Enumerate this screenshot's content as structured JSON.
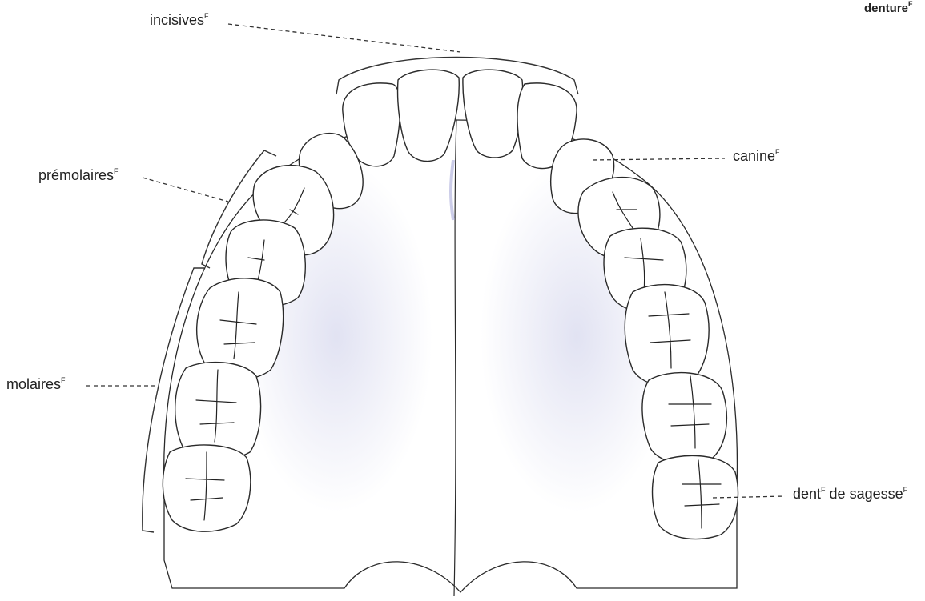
{
  "heading": "denture",
  "heading_sup": "F",
  "labels": {
    "incisives": {
      "text": "incisives",
      "sup": "F"
    },
    "canine": {
      "text": "canine",
      "sup": "F"
    },
    "premolaires": {
      "text": "prémolaires",
      "sup": "F"
    },
    "molaires": {
      "text": "molaires",
      "sup": "F"
    },
    "sagesse": {
      "text": "dent",
      "sup": "F",
      "text2": " de sagesse",
      "sup2": "F"
    }
  },
  "colors": {
    "outline": "#2a2a2a",
    "shading": "#c9cbe8",
    "text": "#222222"
  }
}
